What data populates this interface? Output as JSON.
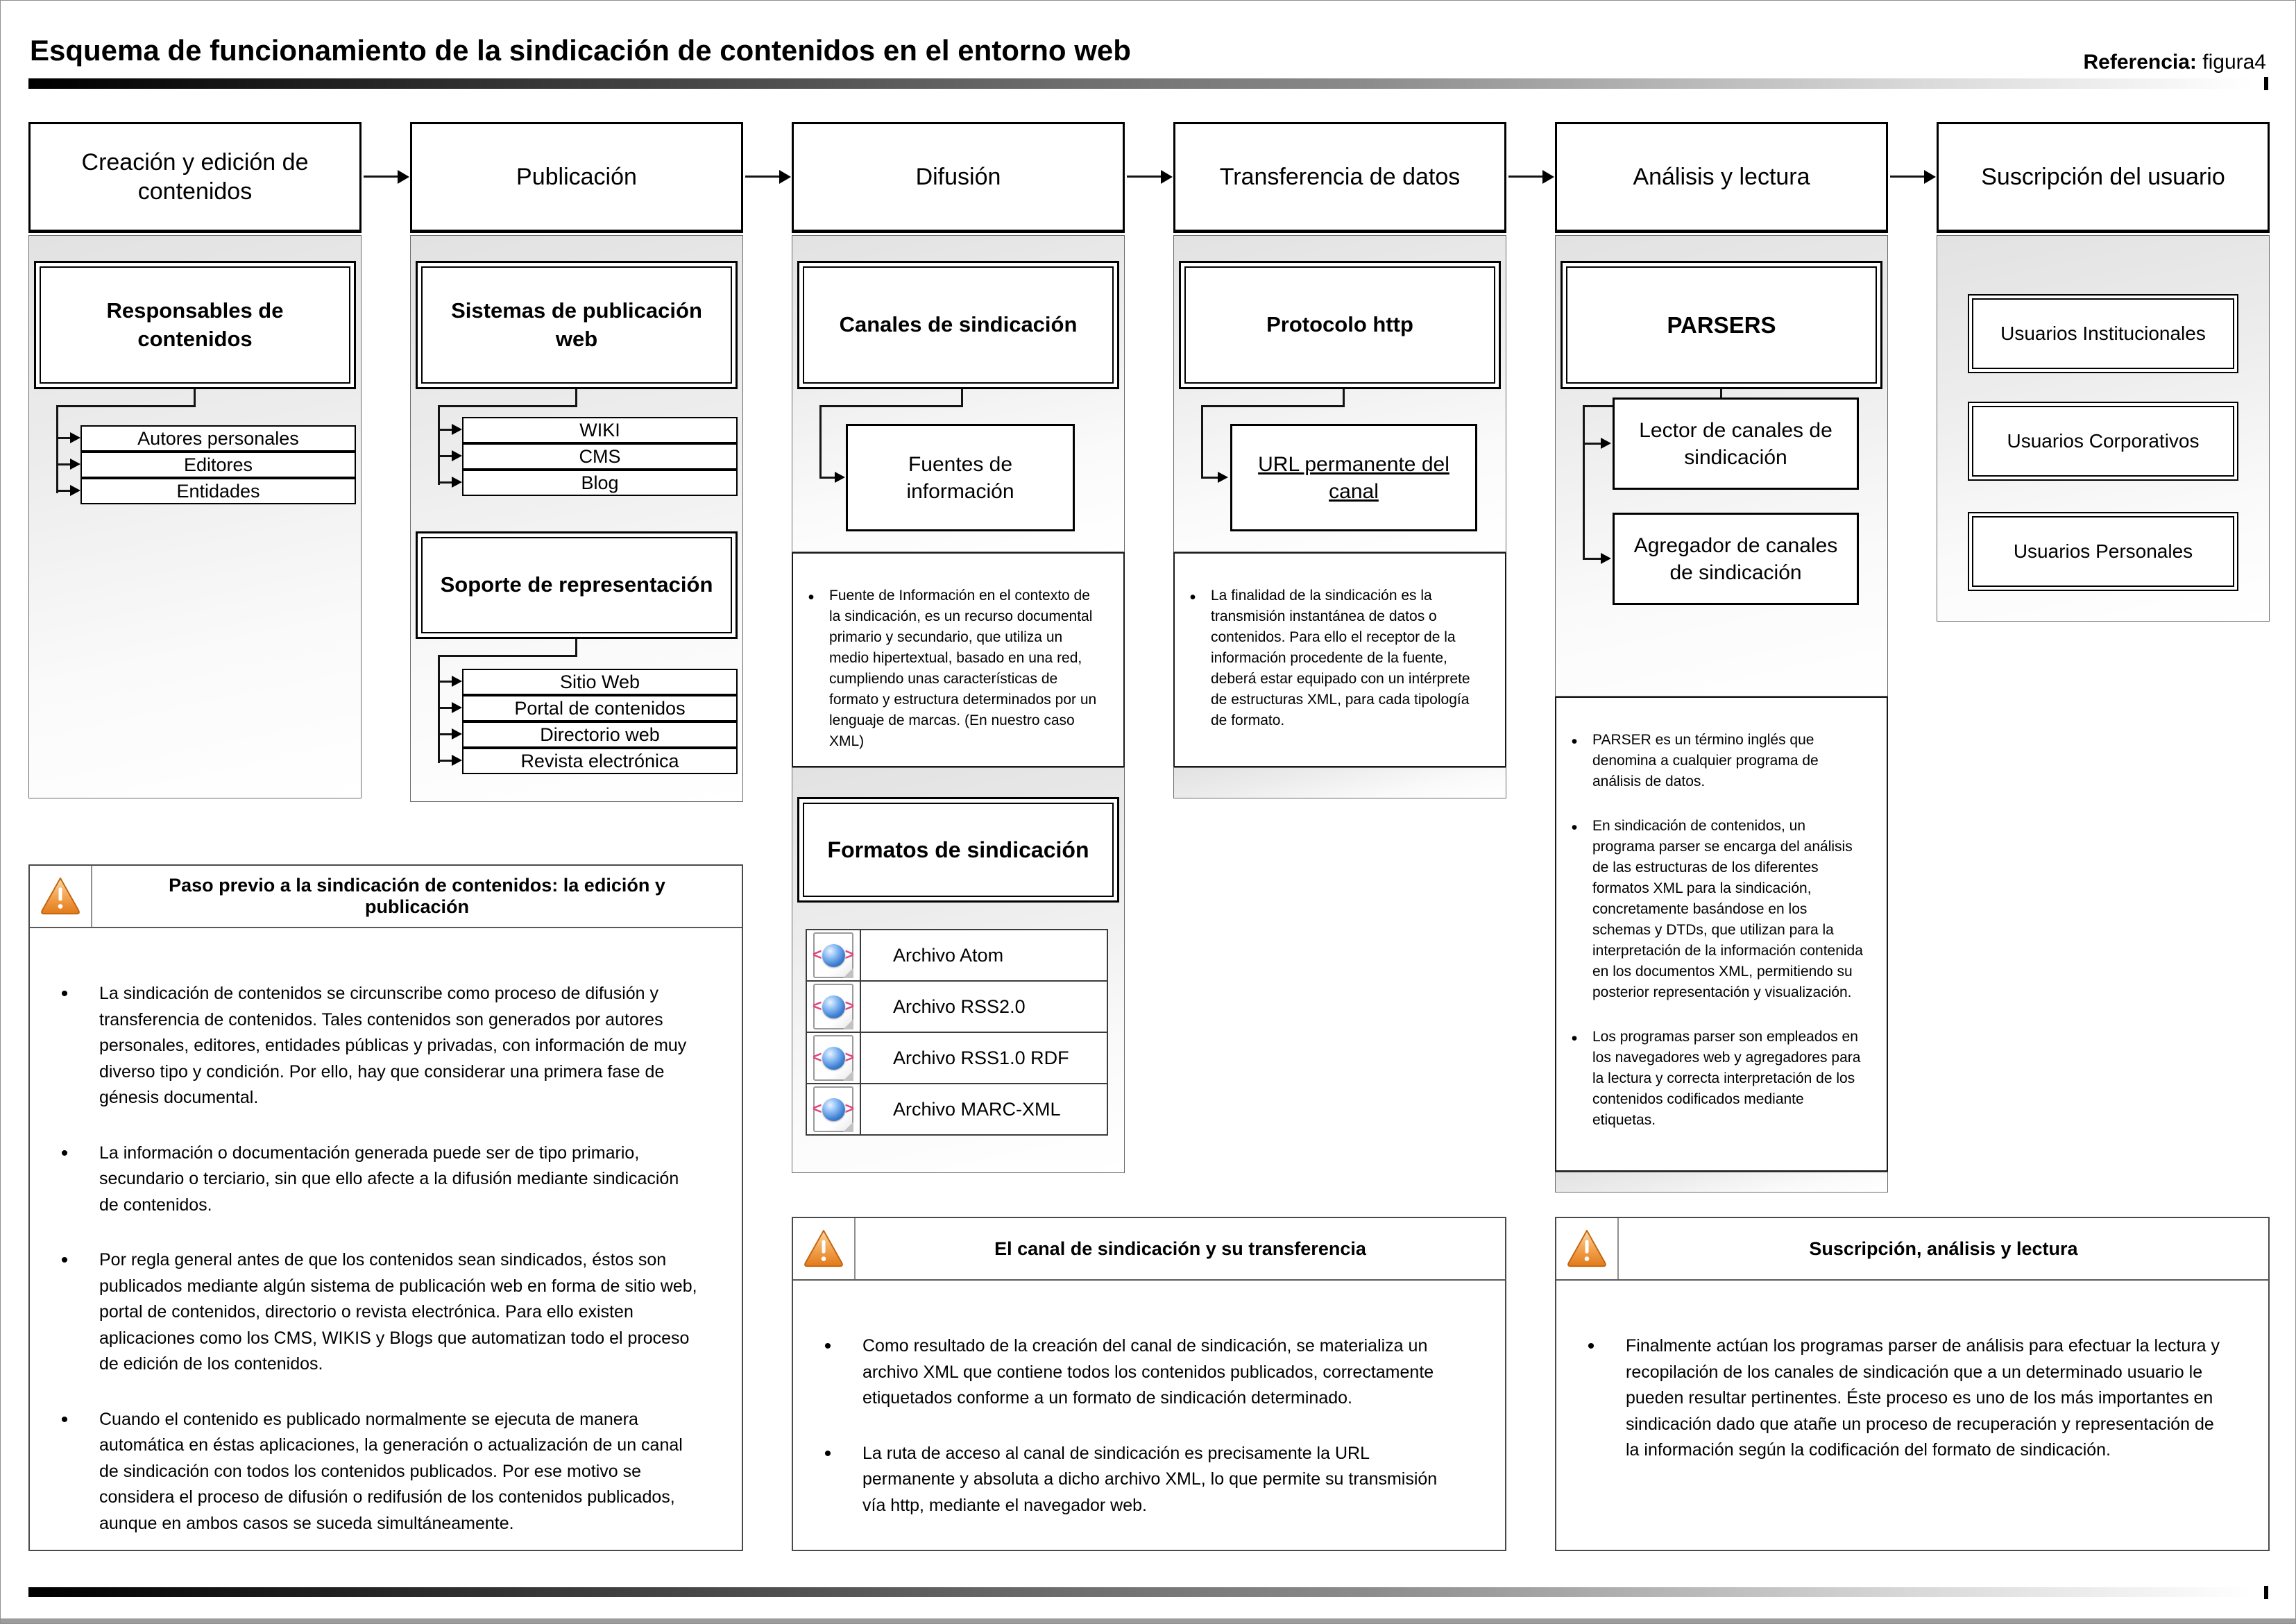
{
  "page": {
    "title": "Esquema de funcionamiento de la sindicación de contenidos en el entorno web",
    "reference_label": "Referencia:",
    "reference_value": "figura4"
  },
  "flow": {
    "stages": [
      {
        "label": "Creación y edición de contenidos"
      },
      {
        "label": "Publicación"
      },
      {
        "label": "Difusión"
      },
      {
        "label": "Transferencia de datos"
      },
      {
        "label": "Análisis y lectura"
      },
      {
        "label": "Suscripción del usuario"
      }
    ]
  },
  "creacion": {
    "group_title": "Responsables de contenidos",
    "items": [
      "Autores personales",
      "Editores",
      "Entidades"
    ]
  },
  "publicacion": {
    "systems_title": "Sistemas de publicación web",
    "systems": [
      "WIKI",
      "CMS",
      "Blog"
    ],
    "supports_title": "Soporte de representación",
    "supports": [
      "Sitio Web",
      "Portal de contenidos",
      "Directorio web",
      "Revista electrónica"
    ]
  },
  "difusion": {
    "group_title": "Canales de sindicación",
    "source_box": "Fuentes de información",
    "note": "Fuente de Información en el contexto de la sindicación, es un recurso documental primario y secundario, que utiliza un medio hipertextual, basado en una red, cumpliendo unas características de formato y estructura determinados por un lenguaje de marcas. (En nuestro caso XML)",
    "formats_title": "Formatos de sindicación",
    "formats": [
      "Archivo Atom",
      "Archivo RSS2.0",
      "Archivo RSS1.0 RDF",
      "Archivo MARC-XML"
    ]
  },
  "transferencia": {
    "group_title": "Protocolo http",
    "url_box": "URL permanente del canal",
    "note": "La finalidad de la sindicación es la transmisión instantánea de datos o contenidos. Para ello el receptor de la información procedente de la fuente, deberá estar equipado con un intérprete de estructuras XML, para cada tipología de formato."
  },
  "analisis": {
    "group_title": "PARSERS",
    "reader_box": "Lector de canales de sindicación",
    "aggregator_box": "Agregador de canales de sindicación",
    "notes": [
      "PARSER es un término inglés que denomina a cualquier programa de análisis de datos.",
      "En sindicación de contenidos, un programa parser se encarga del análisis de las estructuras de los diferentes formatos XML para la sindicación, concretamente basándose en los schemas y DTDs, que utilizan para la interpretación de la información contenida en los documentos XML, permitiendo su posterior representación y visualización.",
      "Los programas parser son empleados en los navegadores web y agregadores para la lectura y correcta interpretación de los contenidos codificados mediante etiquetas."
    ]
  },
  "suscripcion": {
    "items": [
      "Usuarios Institucionales",
      "Usuarios Corporativos",
      "Usuarios Personales"
    ]
  },
  "callouts": [
    {
      "title": "Paso previo a la sindicación de contenidos: la edición y publicación",
      "bullets": [
        "La sindicación de contenidos se circunscribe como proceso de difusión y transferencia de contenidos. Tales contenidos son generados por autores personales, editores, entidades públicas y privadas, con información de muy diverso tipo y condición. Por ello, hay que considerar una primera fase de génesis documental.",
        "La información o documentación generada puede ser de tipo primario, secundario o terciario, sin que ello afecte a la difusión mediante sindicación de contenidos.",
        "Por regla general antes de que los contenidos sean sindicados, éstos son publicados mediante algún sistema de publicación web en forma de sitio web, portal de contenidos, directorio o revista electrónica. Para ello existen aplicaciones como los CMS, WIKIS y Blogs que automatizan todo el proceso de edición de los contenidos.",
        "Cuando el contenido es publicado normalmente se ejecuta de manera automática en éstas aplicaciones, la generación o actualización de un canal de sindicación con todos los contenidos publicados. Por ese motivo se considera el proceso de difusión o redifusión de los contenidos publicados, aunque en ambos casos se suceda simultáneamente."
      ]
    },
    {
      "title": "El canal de sindicación y su transferencia",
      "bullets": [
        "Como resultado de la creación del canal de sindicación, se materializa un archivo XML que contiene todos los contenidos publicados, correctamente etiquetados conforme a un formato de sindicación determinado.",
        "La ruta de acceso al canal de sindicación es precisamente la URL permanente y absoluta a dicho archivo XML, lo que permite su transmisión vía http, mediante el navegador web."
      ]
    },
    {
      "title": "Suscripción, análisis y lectura",
      "bullets": [
        "Finalmente actúan los programas parser de análisis para efectuar la lectura y recopilación de los canales de sindicación que a un determinado usuario le pueden resultar pertinentes. Éste proceso es uno de los más importantes en sindicación dado que atañe un proceso de recuperación y representación de la información según la codificación del formato de sindicación."
      ]
    }
  ],
  "icons": {
    "warning": "warning-triangle-icon",
    "format_file": "xml-globe-document-icon",
    "bracket_left": "<",
    "bracket_right": ">"
  },
  "colors": {
    "warning_orange": "#ee8d2d",
    "globe_blue": "#3f7fd2",
    "bracket_pink": "#e0457b"
  }
}
